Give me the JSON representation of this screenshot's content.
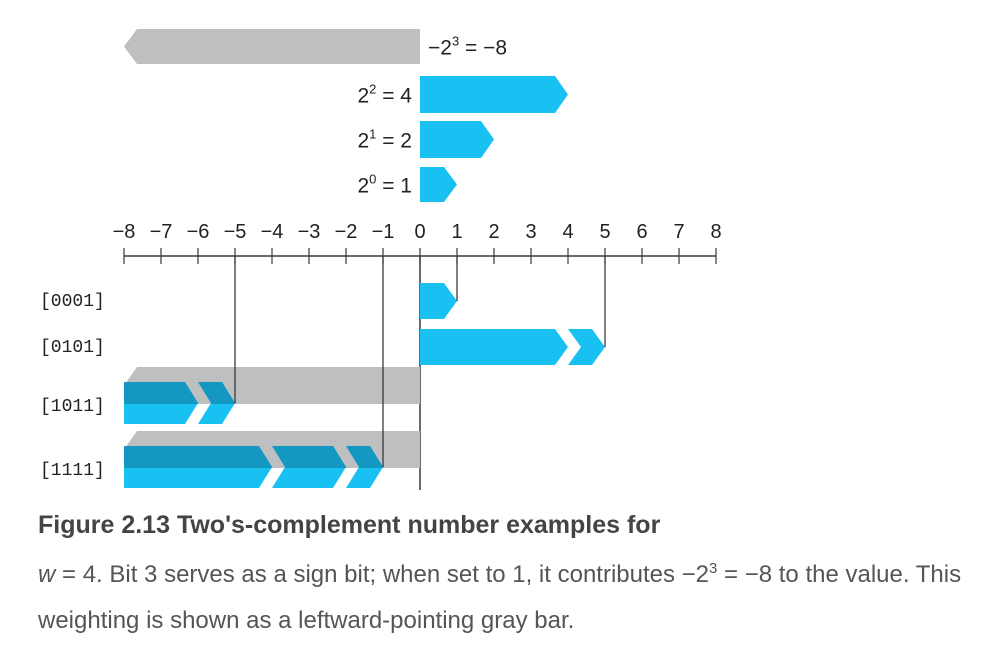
{
  "weights": [
    {
      "label_base": "−2",
      "label_exp": "3",
      "label_rest": " = −8",
      "from": 0,
      "to": -8,
      "color": "gray"
    },
    {
      "label_base": "2",
      "label_exp": "2",
      "label_rest": " = 4",
      "from": 0,
      "to": 4,
      "color": "blue"
    },
    {
      "label_base": "2",
      "label_exp": "1",
      "label_rest": " = 2",
      "from": 0,
      "to": 2,
      "color": "blue"
    },
    {
      "label_base": "2",
      "label_exp": "0",
      "label_rest": " = 1",
      "from": 0,
      "to": 1,
      "color": "blue"
    }
  ],
  "axis": {
    "min": -8,
    "max": 8,
    "tick_labels": [
      "−8",
      "−7",
      "−6",
      "−5",
      "−4",
      "−3",
      "−2",
      "−1",
      "0",
      "1",
      "2",
      "3",
      "4",
      "5",
      "6",
      "7",
      "8"
    ]
  },
  "examples": [
    {
      "label": "[0001]",
      "value": 1,
      "sign_bit": false,
      "segments": [
        [
          0,
          1
        ]
      ]
    },
    {
      "label": "[0101]",
      "value": 5,
      "sign_bit": false,
      "segments": [
        [
          0,
          4
        ],
        [
          4,
          5
        ]
      ]
    },
    {
      "label": "[1011]",
      "value": -5,
      "sign_bit": true,
      "segments": [
        [
          -8,
          -6
        ],
        [
          -6,
          -5
        ]
      ]
    },
    {
      "label": "[1111]",
      "value": -1,
      "sign_bit": true,
      "segments": [
        [
          -8,
          -4
        ],
        [
          -4,
          -2
        ],
        [
          -2,
          -1
        ]
      ]
    }
  ],
  "colors": {
    "gray": "#bebfc1",
    "blue": "#19c0f2",
    "blue_dark": "#1490b8",
    "line": "#3a3a3a",
    "text": "#222222"
  },
  "caption": {
    "title": "Figure 2.13 Two's-complement number examples for",
    "var": "w",
    "body1": " = 4. Bit 3 serves as a sign bit; when set to 1, it contributes −2",
    "exp": "3",
    "body2": " = −8 to the value. This weighting is shown as a leftward-pointing gray bar."
  }
}
